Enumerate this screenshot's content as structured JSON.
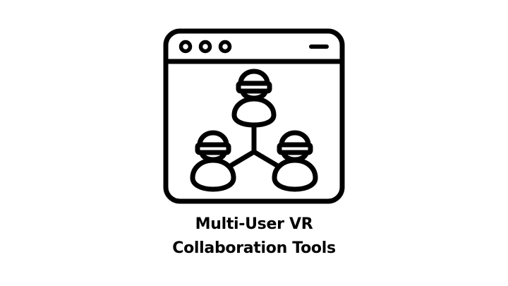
{
  "caption": {
    "line1": "Multi-User VR",
    "line2": "Collaboration Tools"
  },
  "icon": {
    "name": "multi-user-vr-window-icon",
    "stroke_color": "#000000",
    "background_color": "#ffffff",
    "window_controls": [
      "dot",
      "dot",
      "dot"
    ],
    "window_action": "minimize-dash",
    "users": [
      {
        "position": "top",
        "wears": "vr-headset"
      },
      {
        "position": "bottom-left",
        "wears": "vr-headset"
      },
      {
        "position": "bottom-right",
        "wears": "vr-headset"
      }
    ]
  }
}
